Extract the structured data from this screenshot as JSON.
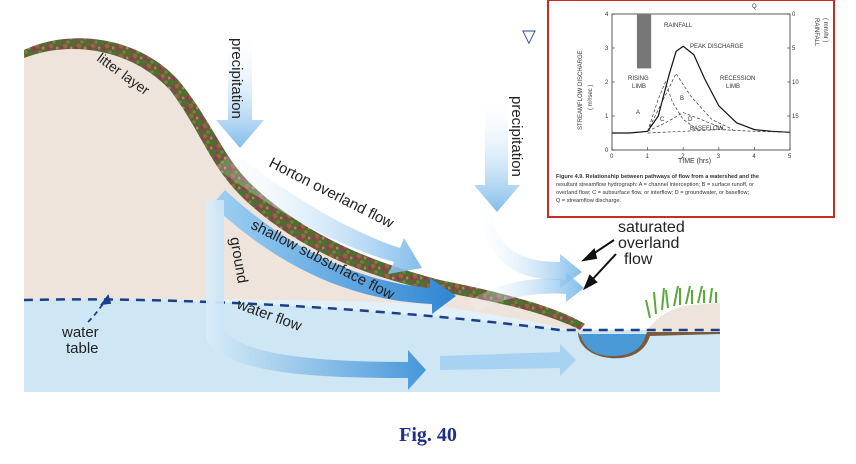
{
  "colors": {
    "caption": "#1f2f86",
    "hill": "#efe4dc",
    "water": "#cfe6f5",
    "arrow": "#3a8fd6",
    "inset_border": "#c92a2a"
  },
  "labels": {
    "litter_layer": "litter layer",
    "precipitation_left": "precipitation",
    "precipitation_right": "precipitation",
    "horton": "Horton overland flow",
    "shallow": "shallow subsurface flow",
    "ground": "ground",
    "water_flow": "water flow",
    "water_table_1": "water",
    "water_table_2": "table",
    "saturated_1": "saturated",
    "saturated_2": "overland",
    "saturated_3": "flow"
  },
  "marker_glyph": "▽",
  "caption": "Fig. 40",
  "inset": {
    "y_left_label": "STREAMFLOW DISCHARGE",
    "y_left_unit": "( m³/sec )",
    "y_right_label": "RAINFALL",
    "y_right_unit": "( mm/hr )",
    "x_label": "TIME  (hrs)",
    "rainfall": "RAINFALL",
    "peak": "PEAK DISCHARGE",
    "rising_1": "RISING",
    "rising_2": "LIMB",
    "recession_1": "RECESSION",
    "recession_2": "LIMB",
    "baseflow": "BASEFLOW",
    "curve_a": "A",
    "curve_b": "B",
    "curve_c": "C",
    "curve_d": "D",
    "curve_q": "Q",
    "caption_1": "Figure 4.9.   Relationship between pathways of flow from a watershed and the",
    "caption_2": "resultant streamflow hydrograph: A = channel interception; B = surface runoff, or",
    "caption_3": "overland flow; C = subsurface flow, or interflow; D = groundwater, or baseflow;",
    "caption_4": "Q = streamflow discharge."
  },
  "chart_data": {
    "type": "line",
    "x": [
      0,
      0.5,
      1,
      1.3,
      1.6,
      1.8,
      2,
      2.3,
      2.6,
      3,
      3.5,
      4,
      4.5,
      5
    ],
    "xlim": [
      0,
      5
    ],
    "ylim": [
      0,
      4
    ],
    "xticks": [
      0,
      1,
      2,
      3,
      4,
      5
    ],
    "yticks": [
      0,
      1,
      2,
      3,
      4
    ],
    "y2ticks": [
      0,
      5,
      10,
      15
    ],
    "series": [
      {
        "name": "Q",
        "values": [
          0.5,
          0.5,
          0.55,
          1.0,
          2.2,
          2.9,
          3.05,
          2.8,
          2.1,
          1.3,
          0.8,
          0.6,
          0.55,
          0.52
        ]
      }
    ],
    "rainfall": {
      "x0": 0.7,
      "x1": 1.1,
      "value": 8
    }
  }
}
